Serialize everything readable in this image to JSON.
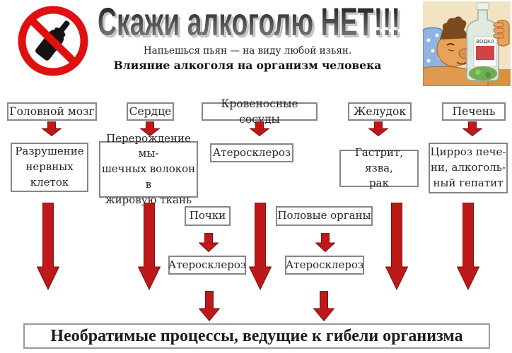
{
  "poster": {
    "title": "Скажи алкоголю НЕТ!!!",
    "proverb": "Напьешься пьян — на виду любой изьян.",
    "subtitle": "Влияние алкоголя на организм человека"
  },
  "flow": {
    "organs": [
      "Головной мозг",
      "Сердце",
      "Кровеносные сосуды",
      "Желудок",
      "Печень"
    ],
    "effects": [
      "Разрушение\nнервных\nклеток",
      "Перерождение мы-\nшечных волокон в\nжировую ткань",
      "Атеросклероз",
      "Гастрит, язва,\nрак",
      "Цирроз пече-\nни, алкоголь-\nный гепатит"
    ],
    "secondary_organs": [
      "Почки",
      "Половые органы"
    ],
    "secondary_effects": [
      "Атеросклероз",
      "Атеросклероз"
    ],
    "conclusion": "Необратимые процессы, ведущие к гибели организма"
  },
  "cartoon": {
    "bottle_label": "ВОДКА"
  },
  "colors": {
    "arrow_red": "#be1818",
    "arrow_outline": "#7c1010",
    "sign_red": "#e01010",
    "box_border": "#868686",
    "title_gradient_top": "#101010",
    "title_gradient_bottom": "#8d8d8d"
  }
}
